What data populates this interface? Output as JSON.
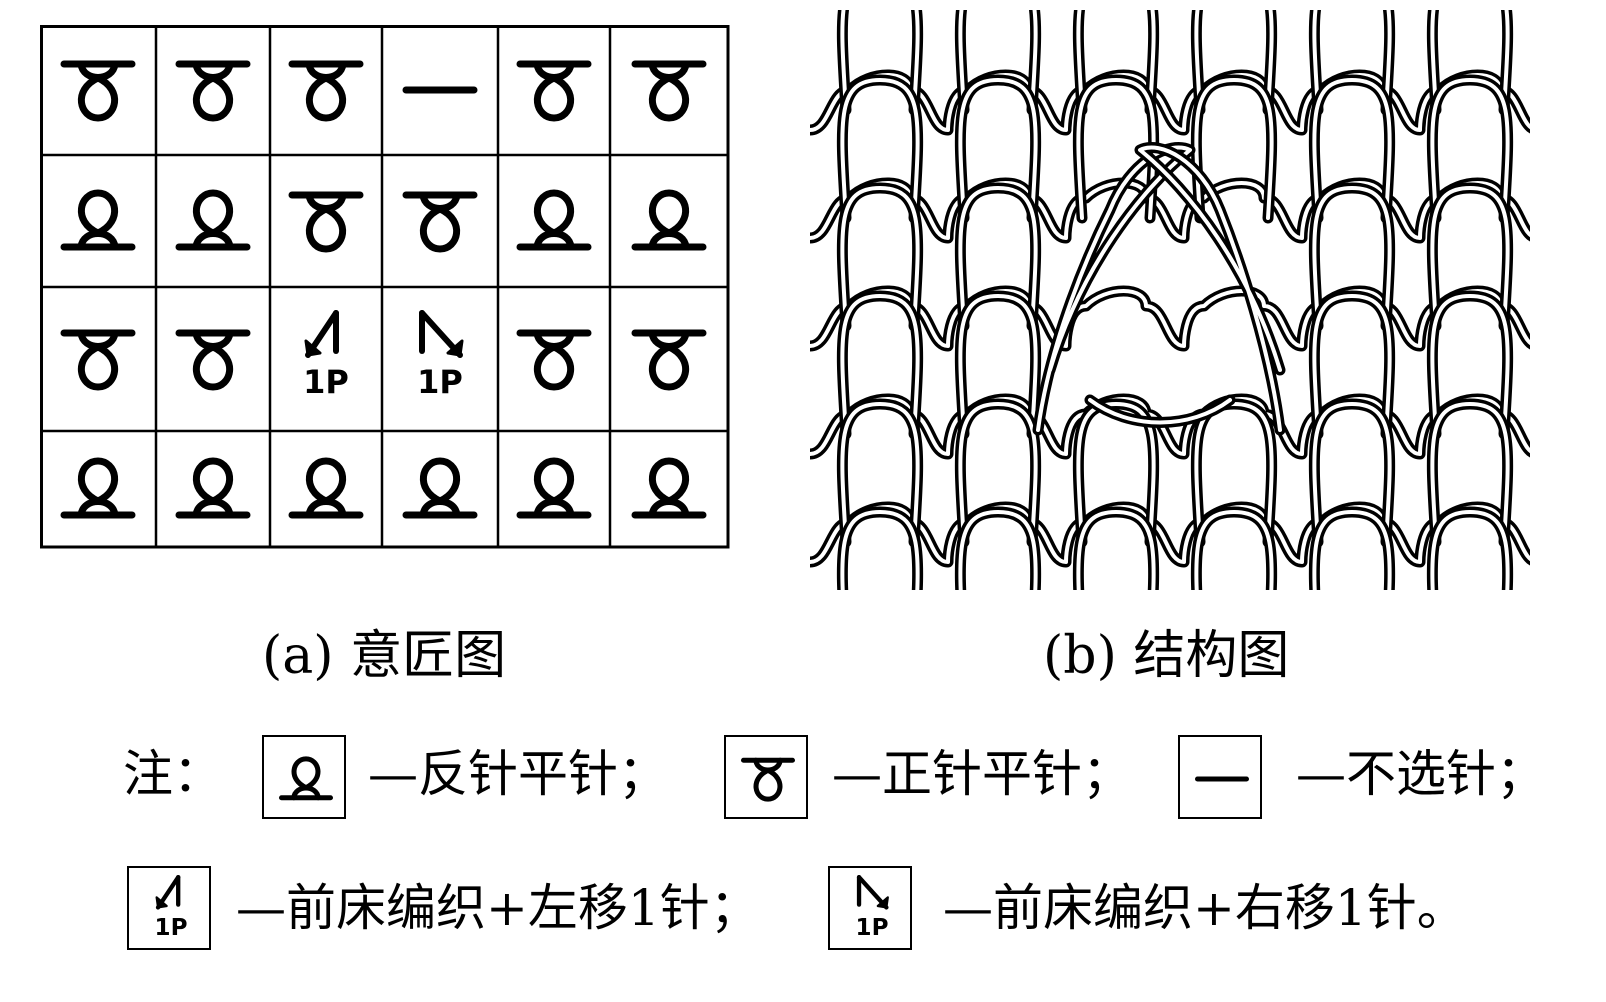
{
  "figure": {
    "caption_a": "(a)  意匠图",
    "caption_b": "(b)  结构图",
    "pattern_grid": {
      "rows": [
        [
          "front",
          "front",
          "front",
          "miss",
          "front",
          "front"
        ],
        [
          "back",
          "back",
          "front",
          "front",
          "back",
          "back"
        ],
        [
          "front",
          "front",
          "transfer-left",
          "transfer-right",
          "front",
          "front"
        ],
        [
          "back",
          "back",
          "back",
          "back",
          "back",
          "back"
        ]
      ],
      "transfer_label": "1P"
    },
    "legend": {
      "note_label": "注：",
      "items": [
        {
          "symbol": "back",
          "text": "—反针平针；"
        },
        {
          "symbol": "front",
          "text": "—正针平针；"
        },
        {
          "symbol": "miss",
          "text": "—不选针；"
        },
        {
          "symbol": "transfer-left",
          "text": "—前床编织+左移1针；"
        },
        {
          "symbol": "transfer-right",
          "text": "—前床编织+右移1针。"
        }
      ]
    }
  }
}
